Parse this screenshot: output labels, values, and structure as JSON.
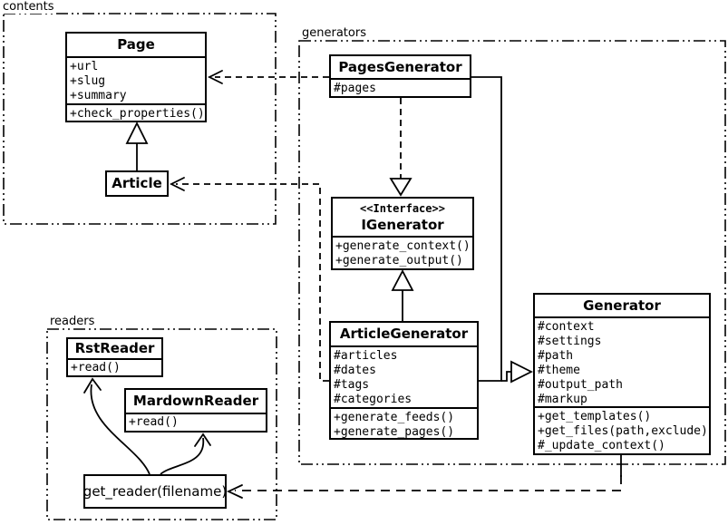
{
  "diagram_title": "Pelican UML class diagram",
  "colors": {
    "line": "#000000",
    "background": "#ffffff",
    "box_fill": "#ffffff"
  },
  "packages": {
    "contents": {
      "label": "contents"
    },
    "generators": {
      "label": "generators"
    },
    "readers": {
      "label": "readers"
    }
  },
  "classes": {
    "page": {
      "name": "Page",
      "attributes": [
        "+url",
        "+slug",
        "+summary"
      ],
      "methods": [
        "+check_properties()"
      ]
    },
    "article": {
      "name": "Article"
    },
    "pages_generator": {
      "name": "PagesGenerator",
      "attributes": [
        "#pages"
      ]
    },
    "igenerator": {
      "stereotype": "<<Interface>>",
      "name": "IGenerator",
      "methods": [
        "+generate_context()",
        "+generate_output()"
      ]
    },
    "article_generator": {
      "name": "ArticleGenerator",
      "attributes": [
        "#articles",
        "#dates",
        "#tags",
        "#categories"
      ],
      "methods": [
        "+generate_feeds()",
        "+generate_pages()"
      ]
    },
    "generator": {
      "name": "Generator",
      "attributes": [
        "#context",
        "#settings",
        "#path",
        "#theme",
        "#output_path",
        "#markup"
      ],
      "methods": [
        "+get_templates()",
        "+get_files(path,exclude)",
        "#_update_context()"
      ]
    },
    "rst_reader": {
      "name": "RstReader",
      "methods": [
        "+read()"
      ]
    },
    "mardown_reader": {
      "name": "MardownReader",
      "methods": [
        "+read()"
      ]
    },
    "get_reader": {
      "label": "get_reader(filename)"
    }
  },
  "relationships": [
    {
      "from": "Article",
      "to": "Page",
      "type": "inheritance-solid-hollow-triangle"
    },
    {
      "from": "PagesGenerator",
      "to": "Page",
      "type": "dependency-dashed-open-arrow"
    },
    {
      "from": "ArticleGenerator",
      "to": "Article",
      "type": "dependency-dashed-open-arrow"
    },
    {
      "from": "PagesGenerator",
      "to": "IGenerator",
      "type": "realization-dashed-hollow-triangle"
    },
    {
      "from": "ArticleGenerator",
      "to": "IGenerator",
      "type": "inheritance-solid-hollow-triangle"
    },
    {
      "from": "PagesGenerator",
      "to": "Generator",
      "type": "inheritance-solid-hollow-triangle"
    },
    {
      "from": "ArticleGenerator",
      "to": "Generator",
      "type": "inheritance-solid-hollow-triangle"
    },
    {
      "from": "Generator",
      "to": "get_reader(filename)",
      "type": "dependency-dashed-open-arrow"
    },
    {
      "from": "get_reader(filename)",
      "to": "RstReader",
      "type": "curved-open-arrow"
    },
    {
      "from": "get_reader(filename)",
      "to": "MardownReader",
      "type": "curved-open-arrow"
    }
  ]
}
